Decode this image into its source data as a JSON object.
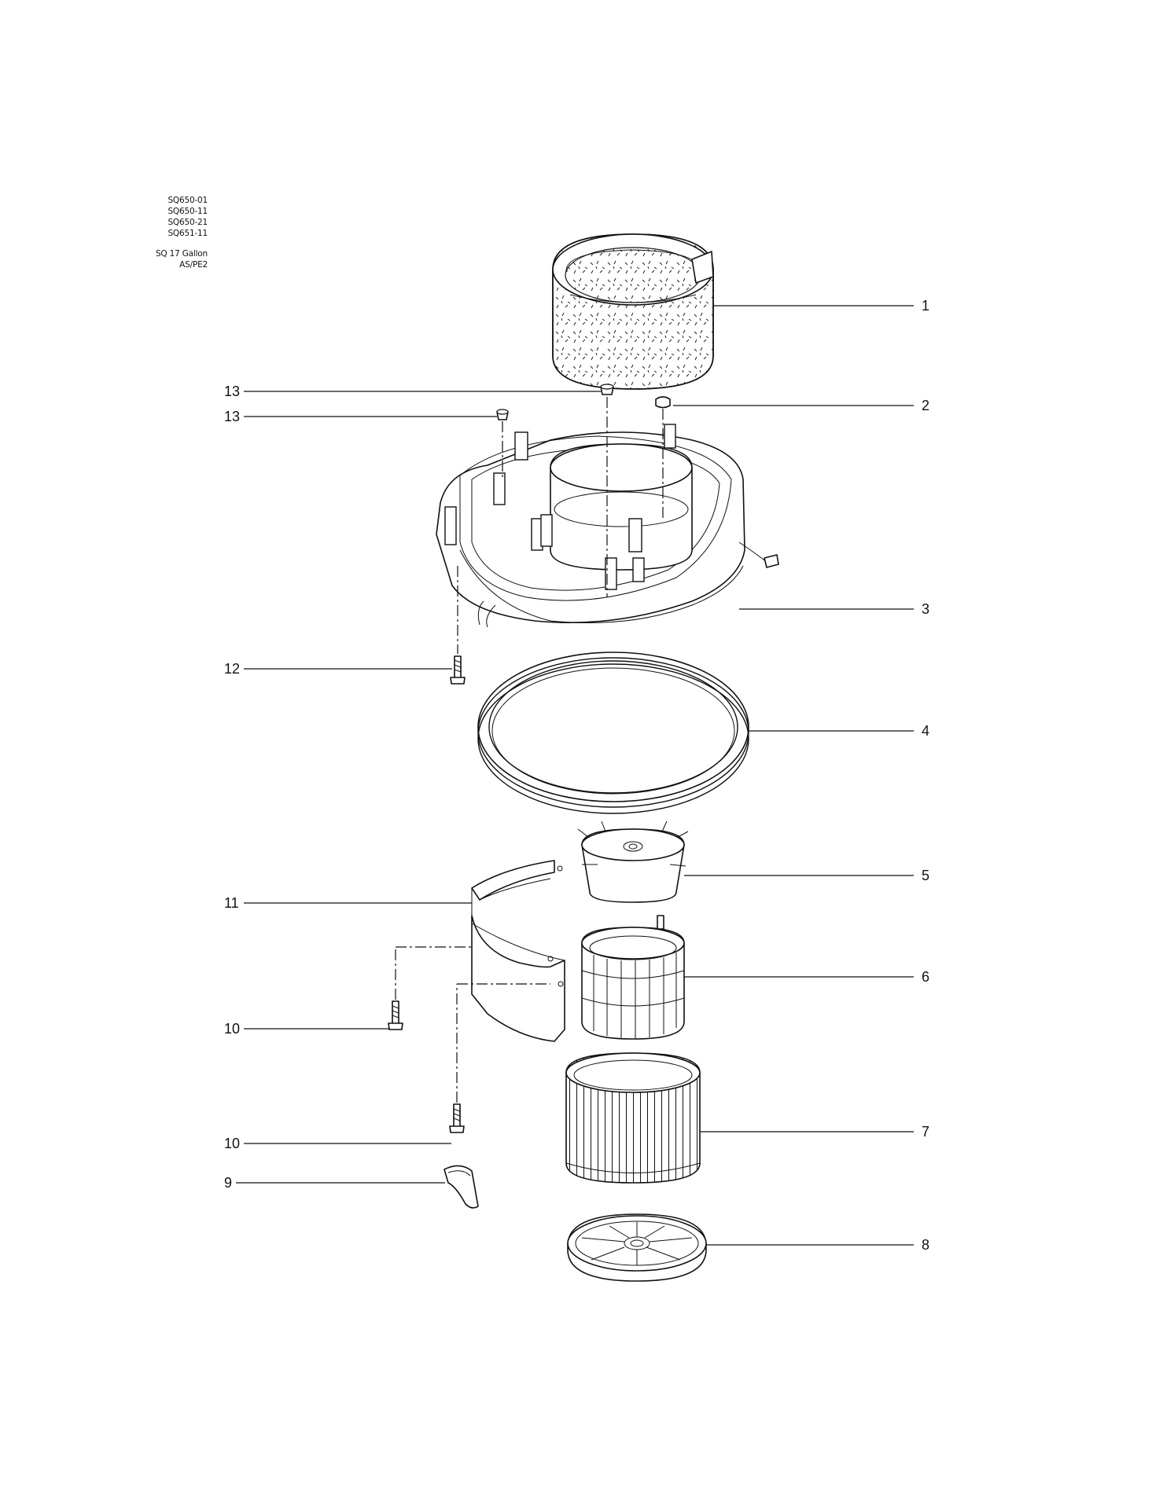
{
  "models": {
    "line1": "SQ650-01",
    "line2": "SQ650-11",
    "line3": "SQ650-21",
    "line4": "SQ651-11",
    "line5": "SQ 17 Gallon",
    "line6": "AS/PE2"
  },
  "callouts": {
    "c1": "1",
    "c2": "2",
    "c3": "3",
    "c4": "4",
    "c5": "5",
    "c6": "6",
    "c7": "7",
    "c8": "8",
    "c9": "9",
    "c10a": "10",
    "c10b": "10",
    "c11": "11",
    "c12": "12",
    "c13a": "13",
    "c13b": "13"
  },
  "parts": [
    {
      "number": "1",
      "name": "foam-filter-sleeve"
    },
    {
      "number": "2",
      "name": "float-cap"
    },
    {
      "number": "3",
      "name": "motor-head-housing"
    },
    {
      "number": "4",
      "name": "gasket-ring"
    },
    {
      "number": "5",
      "name": "filter-retainer-cage"
    },
    {
      "number": "6",
      "name": "float-cage"
    },
    {
      "number": "7",
      "name": "pleated-cartridge-filter"
    },
    {
      "number": "8",
      "name": "filter-end-cap"
    },
    {
      "number": "9",
      "name": "deflector-tip"
    },
    {
      "number": "10",
      "name": "screw"
    },
    {
      "number": "11",
      "name": "deflector-shield"
    },
    {
      "number": "12",
      "name": "screw"
    },
    {
      "number": "13",
      "name": "plug"
    }
  ]
}
